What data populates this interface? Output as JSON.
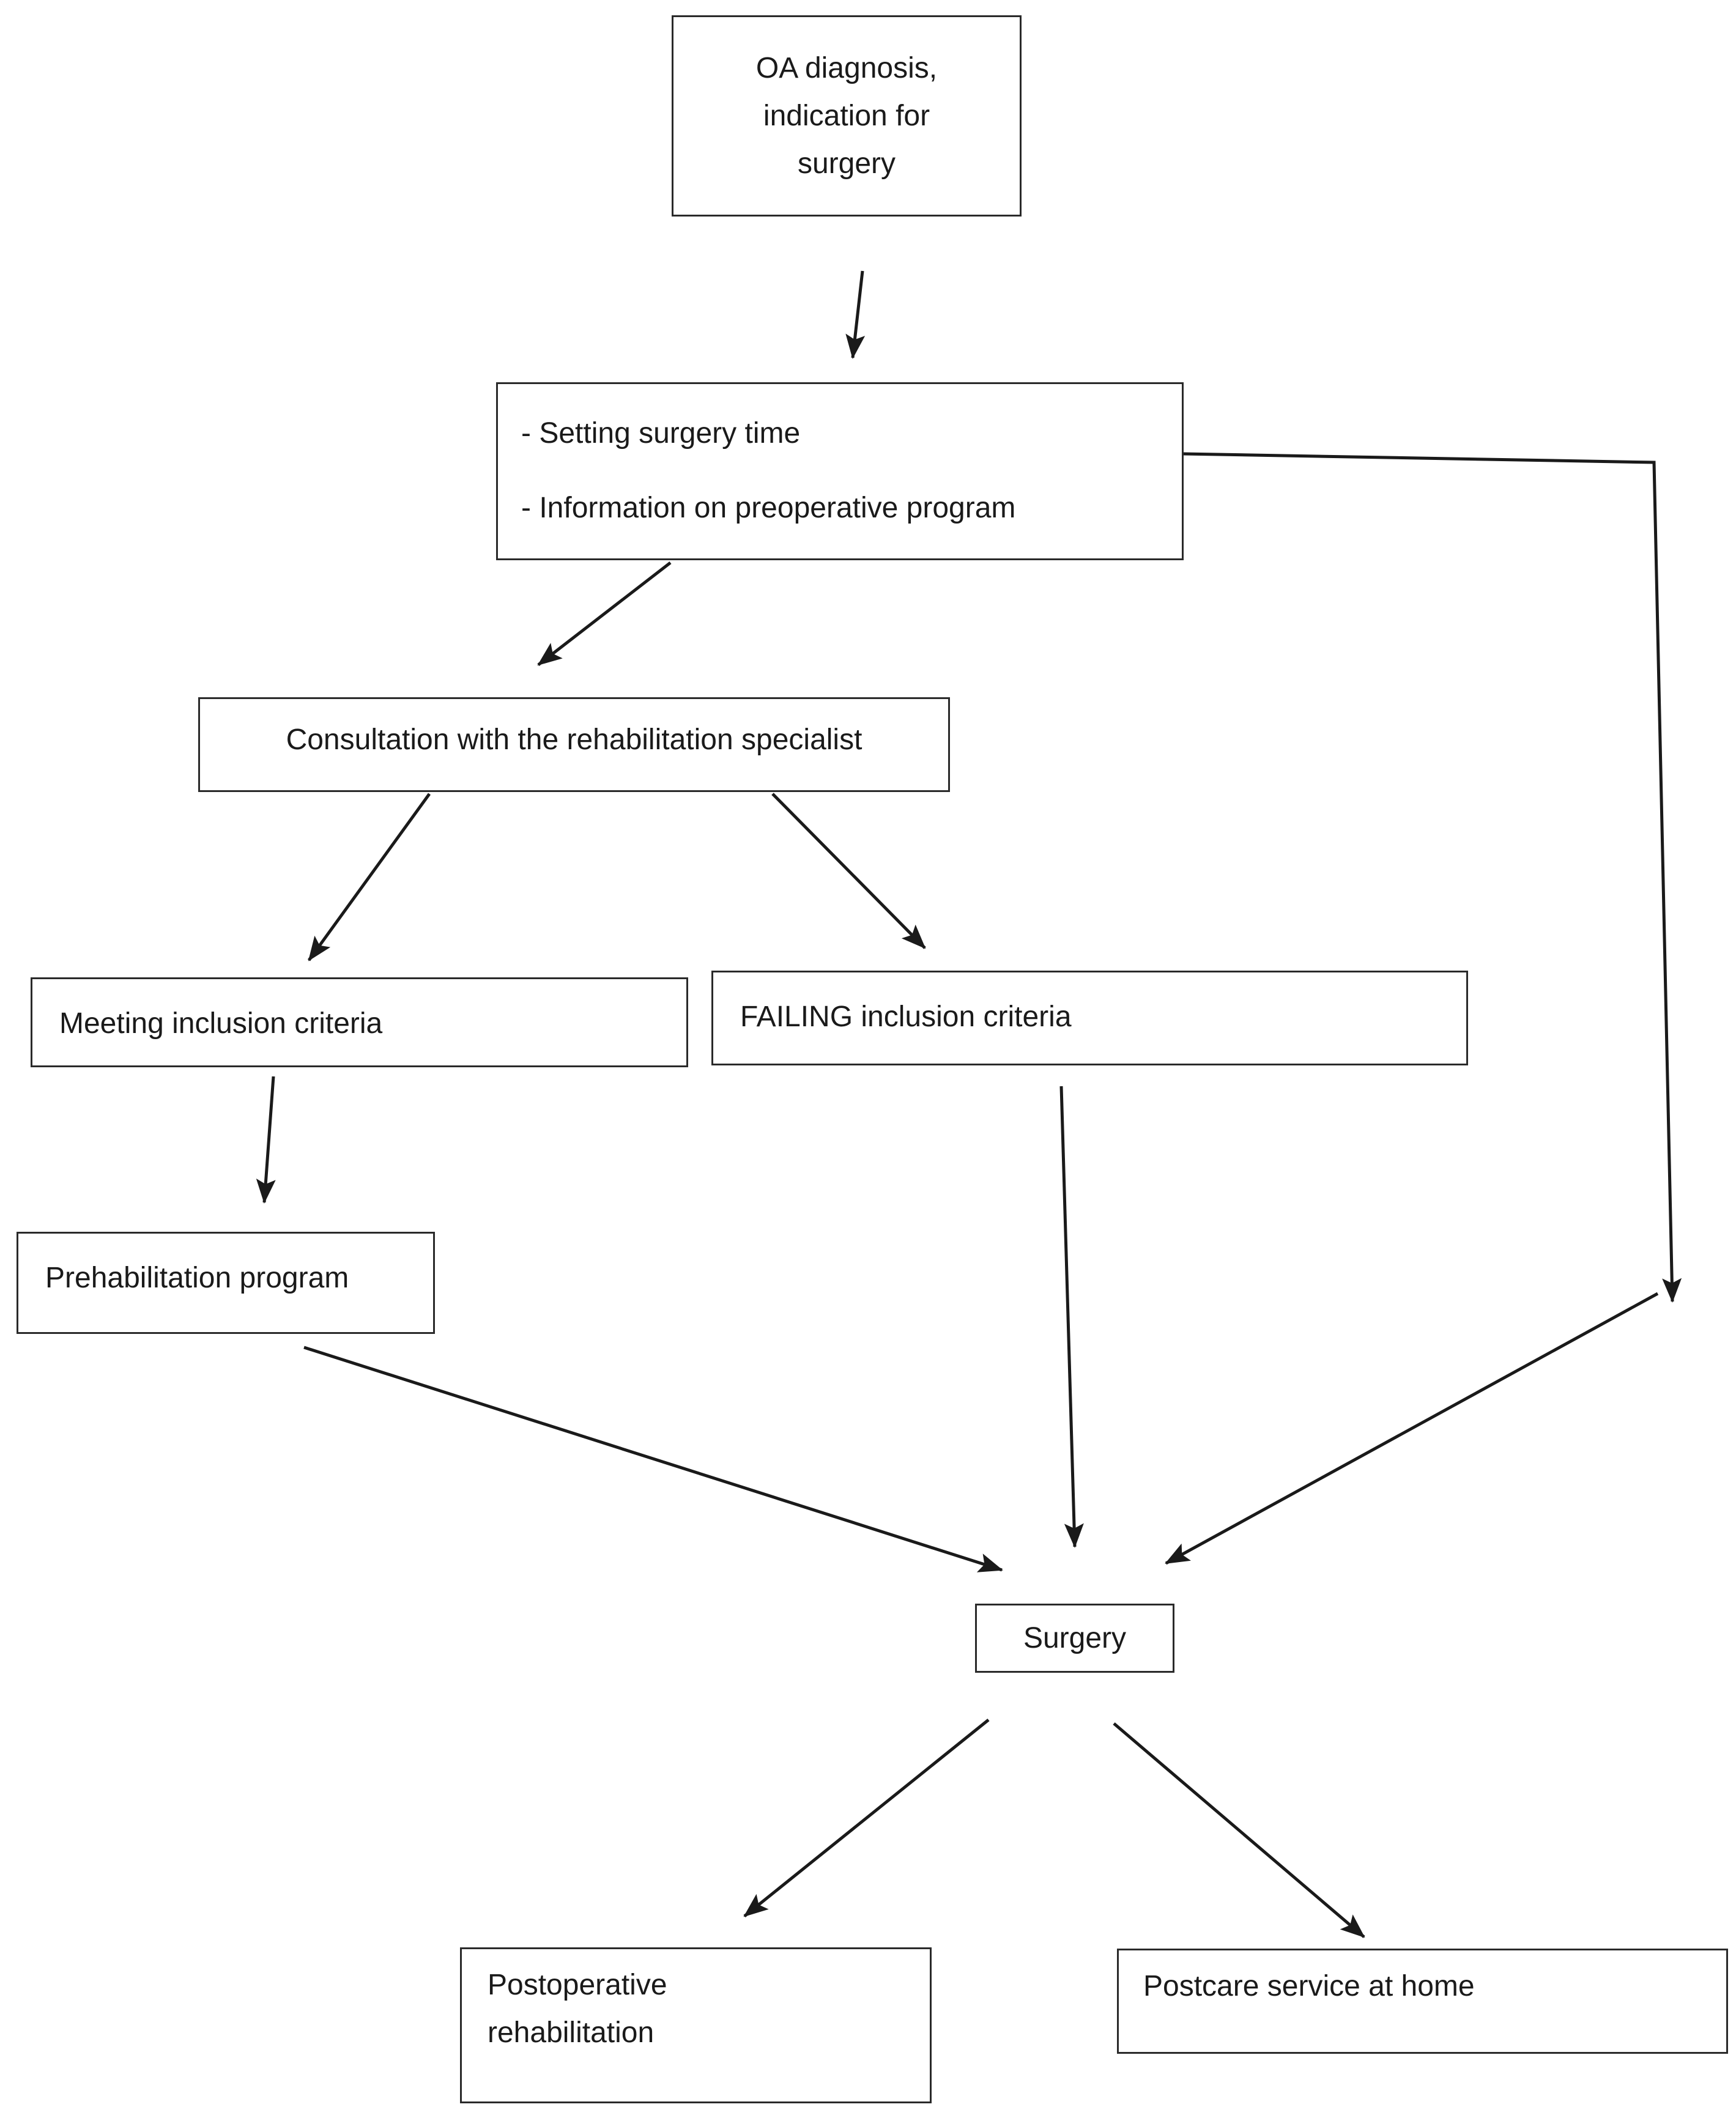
{
  "diagram": {
    "nodes": {
      "oa_diagnosis": {
        "lines": [
          "OA diagnosis,",
          "indication for",
          "surgery"
        ]
      },
      "setting_surgery": {
        "lines": [
          "- Setting surgery time",
          "- Information on preoperative program"
        ]
      },
      "consultation": {
        "lines": [
          "Consultation with the rehabilitation specialist"
        ]
      },
      "meeting_criteria": {
        "lines": [
          "Meeting inclusion criteria"
        ]
      },
      "failing_criteria": {
        "lines": [
          "FAILING inclusion criteria"
        ]
      },
      "prehabilitation": {
        "lines": [
          "Prehabilitation program"
        ]
      },
      "surgery": {
        "lines": [
          "Surgery"
        ]
      },
      "postoperative": {
        "lines": [
          "Postoperative",
          "rehabilitation"
        ]
      },
      "postcare": {
        "lines": [
          "Postcare service at home"
        ]
      }
    },
    "edges": [
      {
        "from": "oa_diagnosis",
        "to": "setting_surgery"
      },
      {
        "from": "setting_surgery",
        "to": "consultation"
      },
      {
        "from": "setting_surgery",
        "to": "surgery"
      },
      {
        "from": "consultation",
        "to": "meeting_criteria"
      },
      {
        "from": "consultation",
        "to": "failing_criteria"
      },
      {
        "from": "meeting_criteria",
        "to": "prehabilitation"
      },
      {
        "from": "prehabilitation",
        "to": "surgery"
      },
      {
        "from": "failing_criteria",
        "to": "surgery"
      },
      {
        "from": "surgery",
        "to": "postoperative"
      },
      {
        "from": "surgery",
        "to": "postcare"
      }
    ]
  },
  "colors": {
    "line": "#1a1a1a",
    "box_border": "#2a2a2a",
    "background": "#ffffff"
  }
}
